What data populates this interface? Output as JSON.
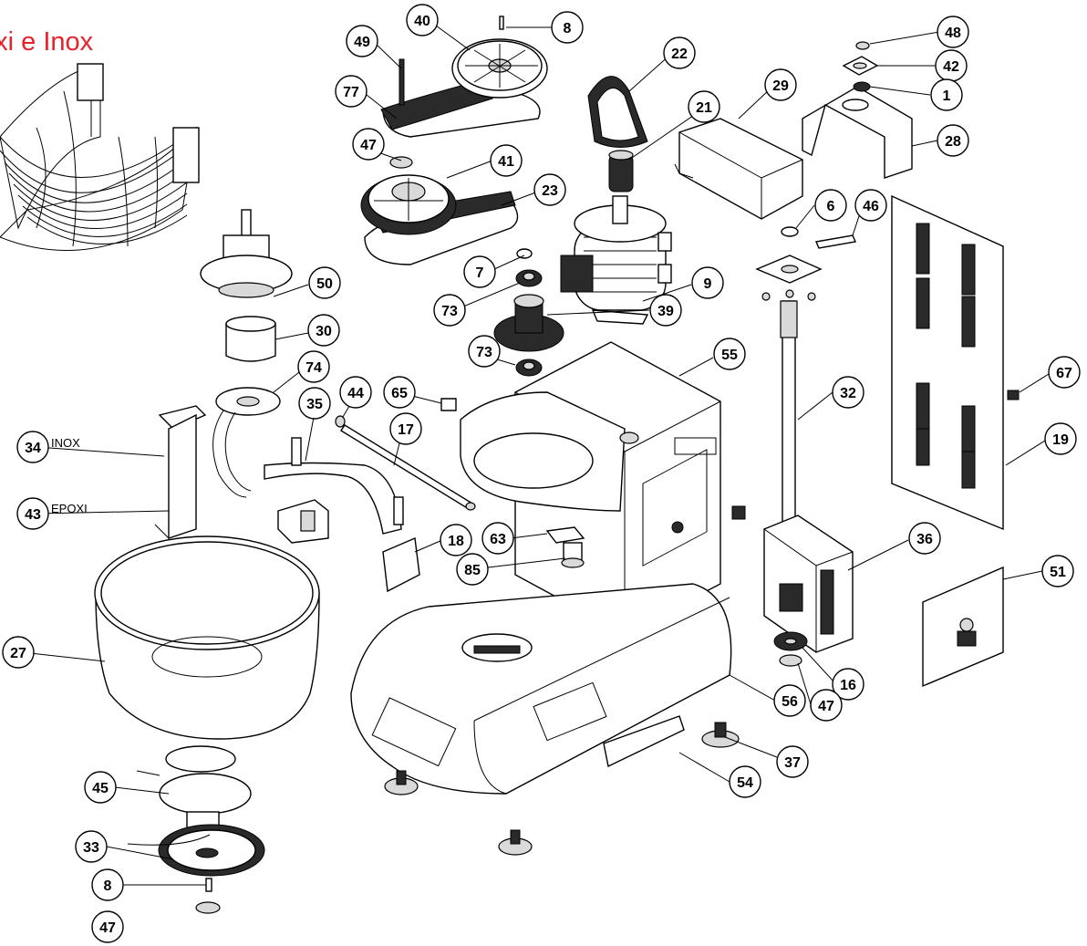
{
  "title": "oxi e Inox",
  "labels": {
    "inox": "INOX",
    "epoxi": "EPOXI"
  },
  "callouts": [
    "40",
    "8",
    "49",
    "77",
    "22",
    "48",
    "42",
    "29",
    "1",
    "21",
    "28",
    "47",
    "41",
    "23",
    "6",
    "46",
    "7",
    "50",
    "73",
    "9",
    "39",
    "30",
    "73",
    "55",
    "74",
    "67",
    "65",
    "44",
    "32",
    "35",
    "17",
    "34",
    "19",
    "43",
    "63",
    "18",
    "36",
    "51",
    "85",
    "27",
    "16",
    "47",
    "56",
    "37",
    "54",
    "45",
    "33",
    "8",
    "47"
  ]
}
